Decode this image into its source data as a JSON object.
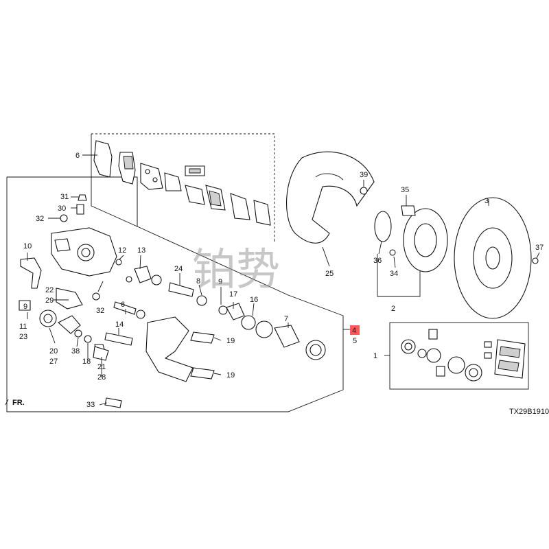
{
  "diagram": {
    "code": "TX29B1910",
    "fr": "FR.",
    "watermark": "铂势",
    "highlight": "4",
    "labels": {
      "l1": "1",
      "l2": "2",
      "l3": "3",
      "l4": "4",
      "l5": "5",
      "l6": "6",
      "l7": "7",
      "l8": "8",
      "l9": "9",
      "l10": "10",
      "l11": "11",
      "l12": "12",
      "l13": "13",
      "l14": "14",
      "l16": "16",
      "l17": "17",
      "l18": "18",
      "l19a": "19",
      "l19b": "19",
      "l20": "20",
      "l21": "21",
      "l22": "22",
      "l23": "23",
      "l24": "24",
      "l25": "25",
      "l27": "27",
      "l28": "28",
      "l29": "29",
      "l30": "30",
      "l31": "31",
      "l32a": "32",
      "l32b": "32",
      "l33": "33",
      "l34": "34",
      "l35": "35",
      "l36": "36",
      "l37": "37",
      "l38": "38",
      "l39": "39"
    }
  }
}
